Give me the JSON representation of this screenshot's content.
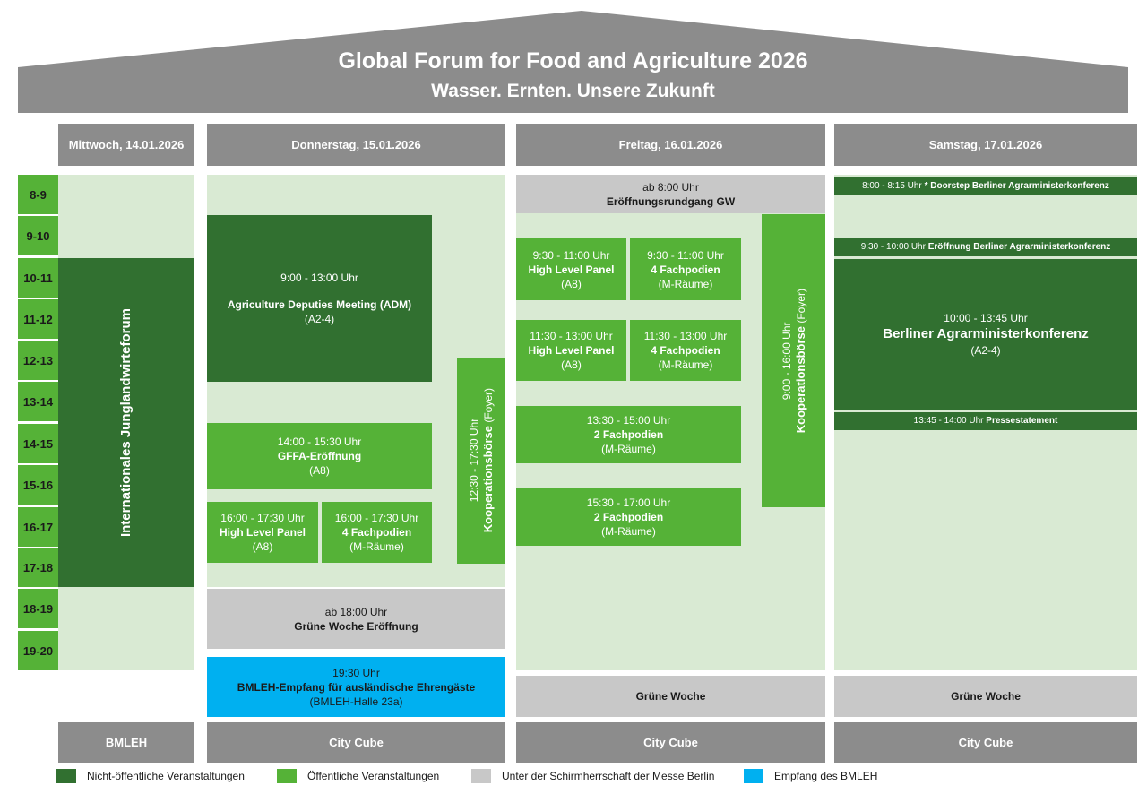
{
  "header": {
    "title": "Global Forum for Food and Agriculture 2026",
    "subtitle": "Wasser. Ernten. Unsere Zukunft"
  },
  "days": {
    "wed": "Mittwoch, 14.01.2026",
    "thu": "Donnerstag, 15.01.2026",
    "fri": "Freitag, 16.01.2026",
    "sat": "Samstag, 17.01.2026"
  },
  "hours": [
    "8-9",
    "9-10",
    "10-11",
    "11-12",
    "12-13",
    "13-14",
    "14-15",
    "15-16",
    "16-17",
    "17-18",
    "18-19",
    "19-20"
  ],
  "wednesday": {
    "junglandwirte": "Internationales Junglandwirteforum"
  },
  "thursday": {
    "adm": {
      "time": "9:00 - 13:00 Uhr",
      "title": "Agriculture Deputies Meeting (ADM)",
      "room": "(A2-4)"
    },
    "gffa": {
      "time": "14:00 - 15:30 Uhr",
      "title": "GFFA-Eröffnung",
      "room": "(A8)"
    },
    "hlp": {
      "time": "16:00 - 17:30 Uhr",
      "title": "High Level Panel",
      "room": "(A8)"
    },
    "fach": {
      "time": "16:00 - 17:30 Uhr",
      "title": "4 Fachpodien",
      "room": "(M-Räume)"
    },
    "koop": {
      "time": "12:30 - 17:30 Uhr",
      "title": "Kooperationsbörse",
      "room": "(Foyer)"
    },
    "gw": {
      "time": "ab 18:00 Uhr",
      "title": "Grüne Woche Eröffnung"
    },
    "empfang": {
      "time": "19:30 Uhr",
      "title": "BMLEH-Empfang für ausländische Ehrengäste",
      "room": "(BMLEH-Halle 23a)"
    }
  },
  "friday": {
    "rundgang": {
      "time": "ab 8:00 Uhr",
      "title": "Eröffnungsrundgang GW"
    },
    "hlp1": {
      "time": "9:30 - 11:00 Uhr",
      "title": "High Level Panel",
      "room": "(A8)"
    },
    "fach1": {
      "time": "9:30 - 11:00 Uhr",
      "title": "4 Fachpodien",
      "room": "(M-Räume)"
    },
    "hlp2": {
      "time": "11:30 - 13:00 Uhr",
      "title": "High Level Panel",
      "room": "(A8)"
    },
    "fach2": {
      "time": "11:30 - 13:00 Uhr",
      "title": "4 Fachpodien",
      "room": "(M-Räume)"
    },
    "fach3": {
      "time": "13:30 - 15:00 Uhr",
      "title": "2 Fachpodien",
      "room": "(M-Räume)"
    },
    "fach4": {
      "time": "15:30 - 17:00 Uhr",
      "title": "2 Fachpodien",
      "room": "(M-Räume)"
    },
    "koop": {
      "time": "9:00 - 16:00 Uhr",
      "title": "Kooperationsbörse",
      "room": "(Foyer)"
    },
    "gruene_woche": "Grüne Woche"
  },
  "saturday": {
    "doorstep": {
      "time": "8:00 - 8:15 Uhr",
      "title": "* Doorstep Berliner Agrarministerkonferenz"
    },
    "eroeffnung": {
      "time": "9:30 - 10:00 Uhr",
      "title": "Eröffnung Berliner Agrarministerkonferenz"
    },
    "konferenz": {
      "time": "10:00 - 13:45 Uhr",
      "title": "Berliner Agrarministerkonferenz",
      "room": "(A2-4)"
    },
    "presse": {
      "time": "13:45 - 14:00 Uhr",
      "title": "Pressestatement"
    },
    "gruene_woche": "Grüne Woche"
  },
  "venues": {
    "wed": "BMLEH",
    "thu": "City Cube",
    "fri": "City Cube",
    "sat": "City Cube"
  },
  "legend": [
    {
      "label": "Nicht-öffentliche Veranstaltungen",
      "color": "#317030"
    },
    {
      "label": "Öffentliche Veranstaltungen",
      "color": "#55b237"
    },
    {
      "label": "Unter der Schirmherrschaft der Messe Berlin",
      "color": "#c8c8c8"
    },
    {
      "label": "Empfang des BMLEH",
      "color": "#00b0f0"
    }
  ],
  "colors": {
    "dark_green": "#317030",
    "green": "#55b237",
    "light_green_bg": "#d9ead3",
    "grey": "#8c8c8c",
    "light_grey": "#c8c8c8",
    "blue": "#00b0f0"
  }
}
